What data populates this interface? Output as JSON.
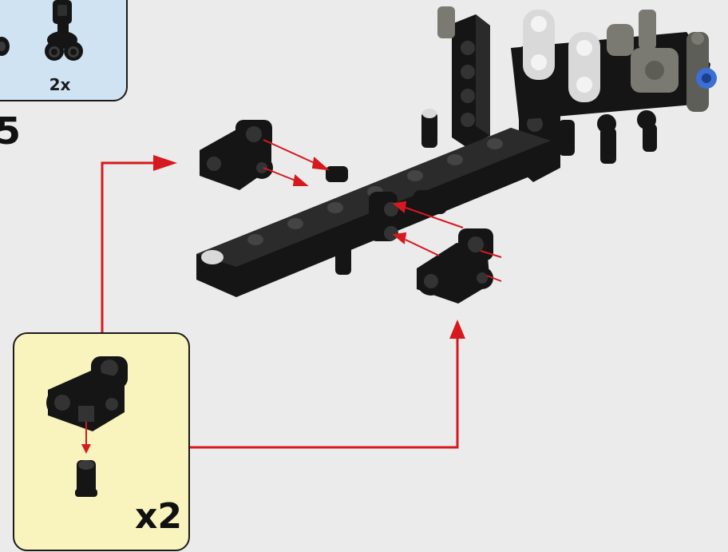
{
  "parts_callout": {
    "quantity_label": "2x",
    "part_icon": "cross-axle-connector-icon"
  },
  "step": {
    "number": "5"
  },
  "subassembly_callout": {
    "multiplier_label": "x2",
    "part_icon": "connector-with-pin-icon"
  },
  "colors": {
    "background": "#ebebeb",
    "parts_box": "#cfe3f3",
    "subassembly_box": "#f9f4bd",
    "arrow_red": "#d6191f",
    "brick_black": "#151515",
    "brick_light_gray": "#d9d9d9",
    "brick_dark_gray": "#7a7a72",
    "brick_blue": "#3b6fd6"
  }
}
